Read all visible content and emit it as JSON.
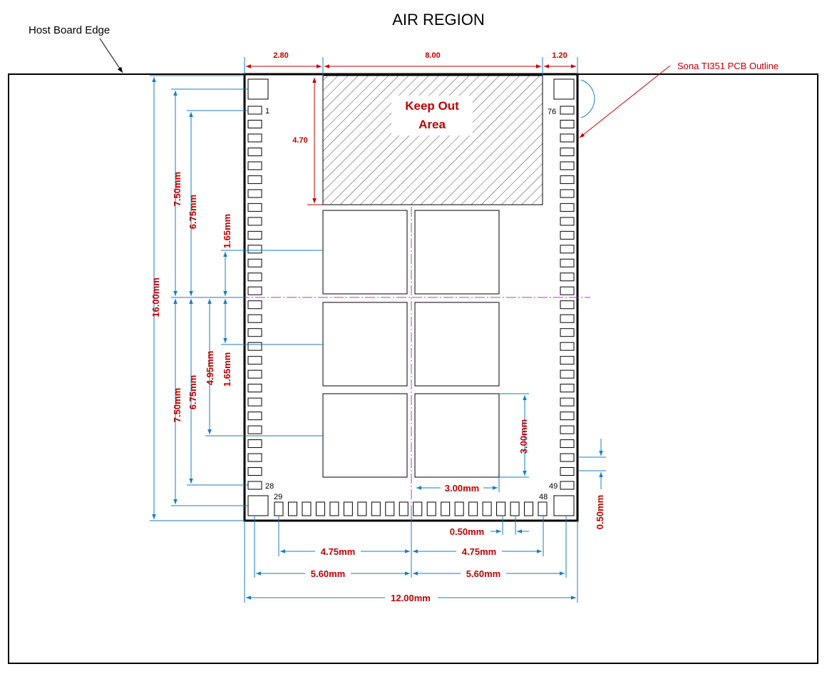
{
  "title": "AIR REGION",
  "labels": {
    "host_board_edge": "Host Board Edge",
    "pcb_outline": "Sona TI351 PCB Outline",
    "keep_out_line1": "Keep Out",
    "keep_out_line2": "Area"
  },
  "pins": {
    "first_left": "1",
    "last_left": "28",
    "first_bottom": "29",
    "last_bottom": "48",
    "first_right": "49",
    "last_right": "76"
  },
  "dimensions": {
    "top_left": "2.80",
    "top_center": "8.00",
    "top_right": "1.20",
    "keepout_height": "4.70",
    "total_height": "16.00mm",
    "upper_7_50": "7.50mm",
    "upper_6_75": "6.75mm",
    "upper_1_65": "1.65mm",
    "lower_7_50": "7.50mm",
    "lower_6_75": "6.75mm",
    "lower_4_95": "4.95mm",
    "lower_1_65": "1.65mm",
    "pad_height": "3.00mm",
    "pad_width": "3.00mm",
    "pitch_bottom": "0.50mm",
    "pitch_right": "0.50mm",
    "half_4_75_left": "4.75mm",
    "half_4_75_right": "4.75mm",
    "half_5_60_left": "5.60mm",
    "half_5_60_right": "5.60mm",
    "total_width": "12.00mm"
  },
  "colors": {
    "dimension_line": "#1a7ec1",
    "dimension_text": "#c00000",
    "centerline": "#b040c0",
    "outline": "#000000"
  }
}
